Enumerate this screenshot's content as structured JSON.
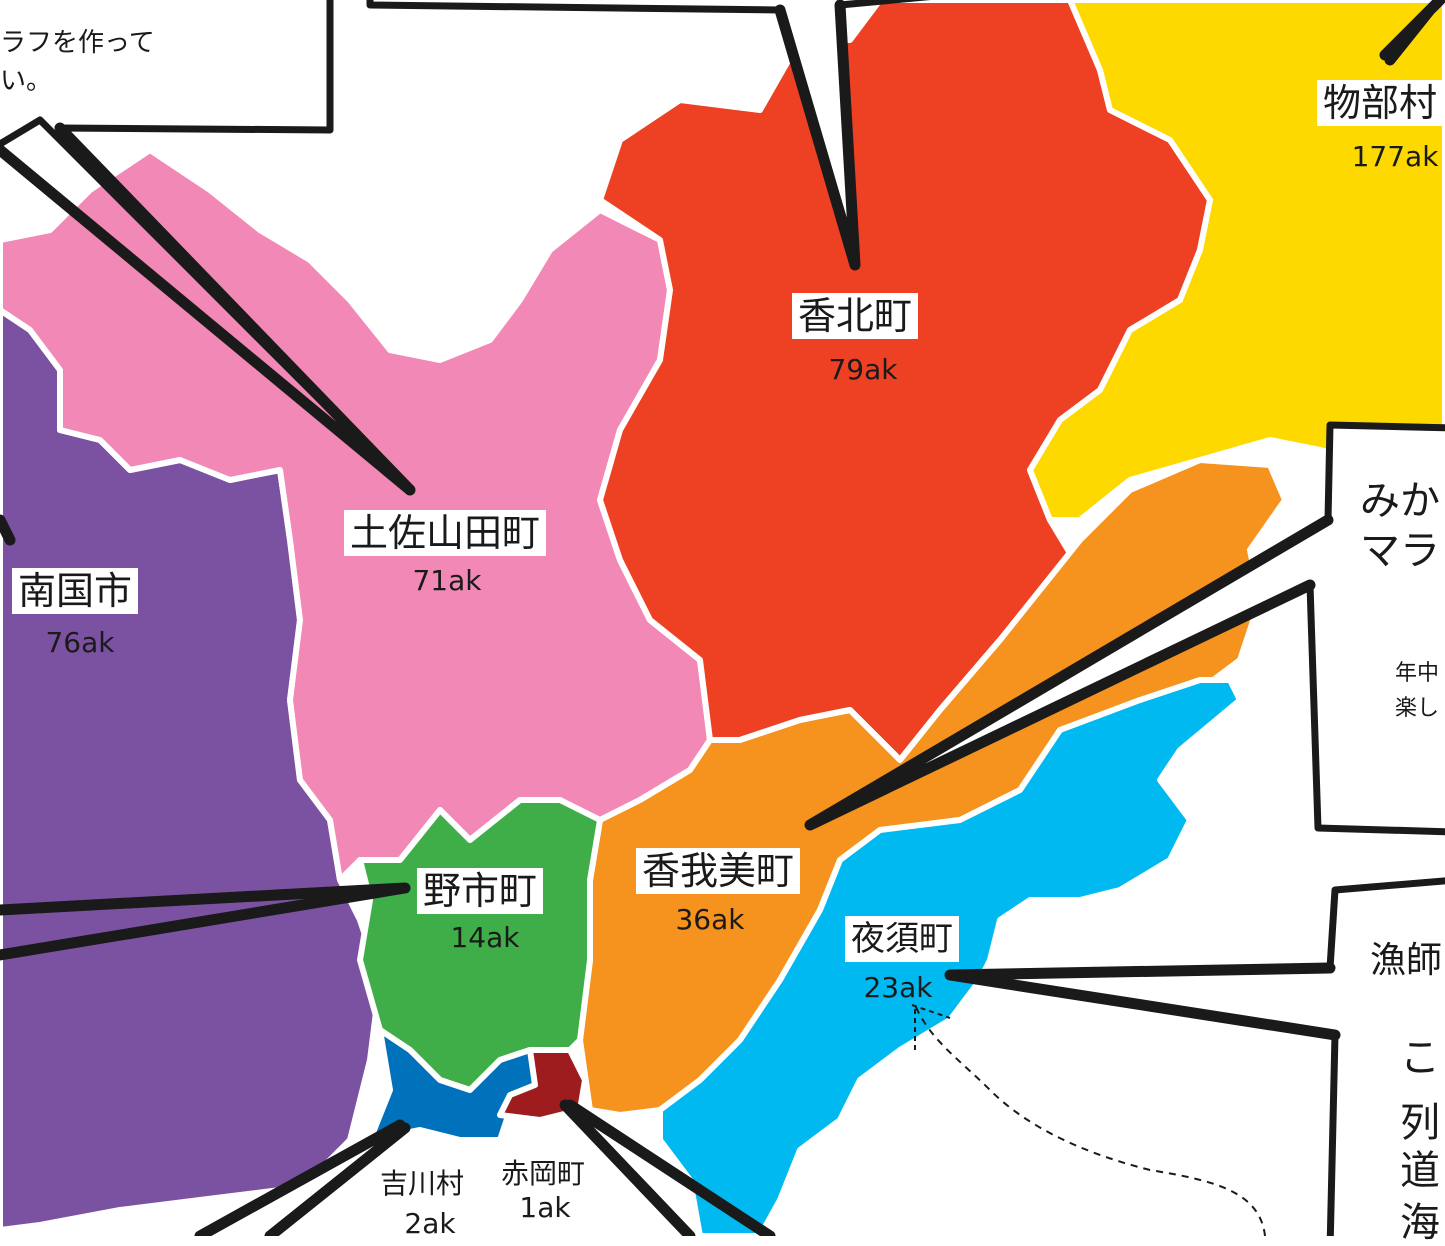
{
  "colors": {
    "nankoku": "#7b52a2",
    "tosayamada": "#f188b5",
    "kahoku": "#ee4124",
    "monobe": "#fdd900",
    "kagami": "#f6921e",
    "yasu": "#00b9f1",
    "noichi": "#3fae49",
    "yoshikawa": "#0072bc",
    "akaoka": "#9e1b1e",
    "border": "#ffffff",
    "ink": "#1a1a1a"
  },
  "regions": [
    {
      "id": "nankoku",
      "name": "南国市",
      "distance": "76ak",
      "icon": "region-purple"
    },
    {
      "id": "tosayamada",
      "name": "土佐山田町",
      "distance": "71ak",
      "icon": "region-pink"
    },
    {
      "id": "kahoku",
      "name": "香北町",
      "distance": "79ak",
      "icon": "region-red"
    },
    {
      "id": "monobe",
      "name": "物部村",
      "distance": "177ak",
      "icon": "region-yellow"
    },
    {
      "id": "kagami",
      "name": "香我美町",
      "distance": "36ak",
      "icon": "region-orange"
    },
    {
      "id": "yasu",
      "name": "夜須町",
      "distance": "23ak",
      "icon": "region-lightblue"
    },
    {
      "id": "noichi",
      "name": "野市町",
      "distance": "14ak",
      "icon": "region-green"
    },
    {
      "id": "yoshikawa",
      "name": "吉川村",
      "distance": "2ak",
      "icon": "region-blue"
    },
    {
      "id": "akaoka",
      "name": "赤岡町",
      "distance": "1ak",
      "icon": "region-darkred"
    }
  ],
  "bubbles": {
    "top_left": {
      "line1": "ラフを作って",
      "line2": "い。"
    },
    "right_middle": {
      "title1": "みか",
      "title2": "マラ",
      "body1": "年中",
      "body2": "楽し"
    },
    "right_bottom": {
      "title": "漁師",
      "body1": "こ",
      "body2": "列",
      "body3": "道",
      "body4": "海"
    }
  }
}
